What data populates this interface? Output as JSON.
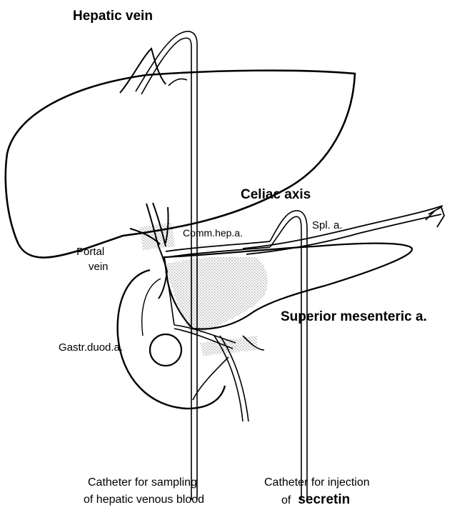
{
  "labels": {
    "hepatic_vein": "Hepatic vein",
    "celiac_axis": "Celiac axis",
    "spl_a": "Spl. a.",
    "comm_hep_a": "Comm.hep.a.",
    "portal_vein_line1": "Portal",
    "portal_vein_line2": "vein",
    "superior_mesenteric_a": "Superior mesenteric a.",
    "gastr_duod_a": "Gastr.duod.a."
  },
  "captions": {
    "sampling_line1": "Catheter for sampling",
    "sampling_line2": "of hepatic venous blood",
    "injection_line1": "Catheter for injection",
    "injection_line2_prefix": "of",
    "injection_line2_bold": "secretin"
  }
}
